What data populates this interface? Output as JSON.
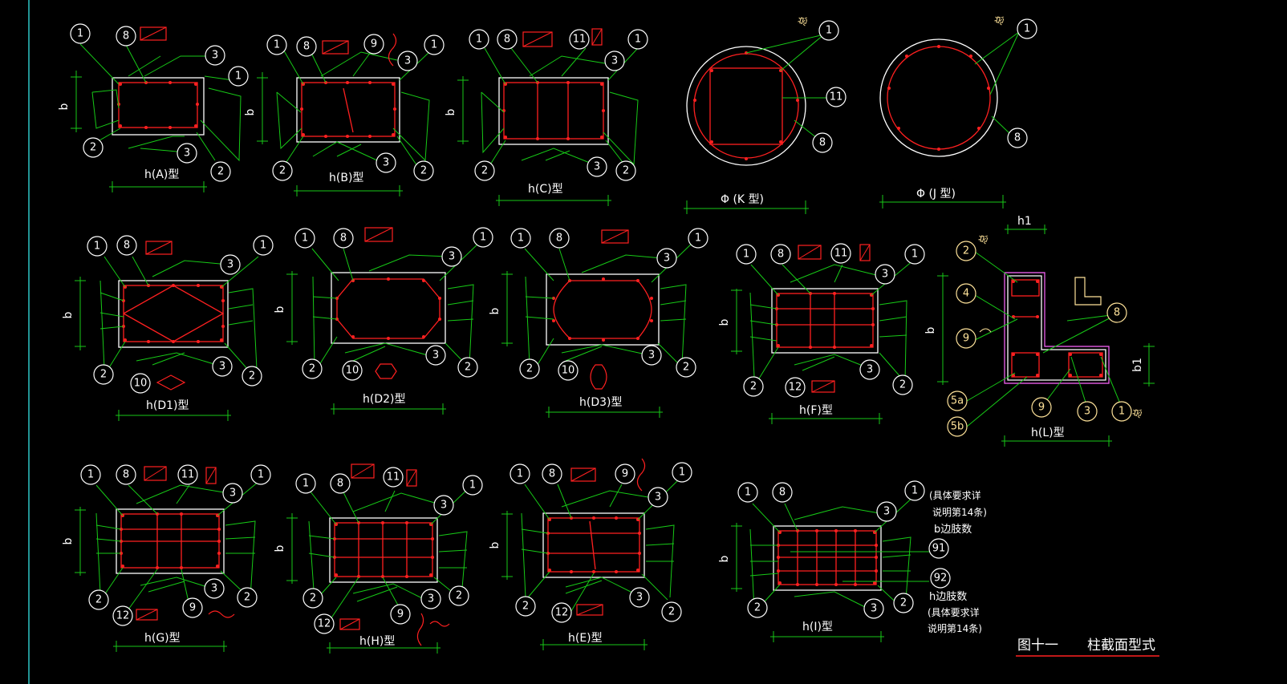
{
  "colors": {
    "background": "#000000",
    "outline": "#ffffff",
    "rebar": "#ff2020",
    "leader": "#17c917",
    "annotation": "#ffe39a"
  },
  "labels": {
    "side_b": "b",
    "A": "h(A)型",
    "B": "h(B)型",
    "C": "h(C)型",
    "K": "Φ (K 型)",
    "J": "Φ (J 型)",
    "D1": "h(D1)型",
    "D2": "h(D2)型",
    "D3": "h(D3)型",
    "F": "h(F)型",
    "L": "h(L)型",
    "G": "h(G)型",
    "H": "h(H)型",
    "E": "h(E)型",
    "I": "h(I)型",
    "zong": "总",
    "h1": "h1",
    "b1": "b1",
    "note1a": "(具体要求详",
    "note1b": "说明第14条)",
    "note1c": "b边肢数",
    "note2a": "h边肢数",
    "note2b": "(具体要求详",
    "note2c": "说明第14条)",
    "figure_no": "图十一",
    "figure_title": "柱截面型式"
  },
  "bubbles": [
    "1",
    "2",
    "3",
    "4",
    "5a",
    "5b",
    "8",
    "9",
    "10",
    "11",
    "12",
    "91",
    "92"
  ]
}
